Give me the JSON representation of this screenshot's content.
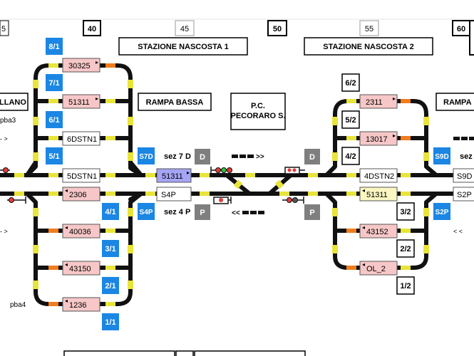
{
  "ruler": {
    "marks": [
      "5",
      "40",
      "45",
      "50",
      "55",
      "60"
    ]
  },
  "stations": {
    "hidden1": "STAZIONE NASCOSTA 1",
    "hidden2": "STAZIONE NASCOSTA 2",
    "left_cut": "LLANO",
    "right_cut": "RAMPA",
    "rampa_bassa": "RAMPA BASSA",
    "pc_line1": "P.C.",
    "pc_line2": "PECORARO S."
  },
  "track_ids": [
    "8/1",
    "7/1",
    "6/1",
    "5/1",
    "4/1",
    "3/1",
    "2/1",
    "1/1",
    "6/2",
    "5/2",
    "4/2",
    "3/2",
    "2/2",
    "1/2"
  ],
  "signals": {
    "s7d": "S7D",
    "s4p": "S4P",
    "s9d": "S9D",
    "s2p": "S2P"
  },
  "sections": {
    "sez7d": "sez 7 D",
    "sez4p": "sez 4 P",
    "sez_right_top": "sez",
    "d": "D",
    "p": "P"
  },
  "trains": {
    "t30325": "30325",
    "t51311_top": "51311",
    "t6dstn1": "6DSTN1",
    "t5dstn1": "5DSTN1",
    "t2306": "2306",
    "t40036": "40036",
    "t43150": "43150",
    "t1236": "1236",
    "t51311_mid": "51311",
    "s4p_box": "S4P",
    "t2311": "2311",
    "t13017": "13017",
    "t4dstn2": "4DSTN2",
    "t51311_right": "51311",
    "t43152": "43152",
    "tol2": "OL_2",
    "s9d_box": "S9D",
    "s2p_box": "S2P"
  },
  "labels": {
    "pba3": "pba3",
    "pba4": "pba4",
    "arrow_right": ">>",
    "arrow_left": "<<",
    "arrow_r_small": "- >",
    "arrow_l_small": "< <"
  },
  "colors": {
    "track": "#111111",
    "track_yellow": "#e8e43a",
    "track_orange": "#f07d1e",
    "badge_blue": "#1b86e3",
    "badge_grey": "#7f7f7f",
    "train_pink": "#f7c7c7",
    "train_purple": "#a5a5f5",
    "train_yellow": "#fbf6c2"
  }
}
